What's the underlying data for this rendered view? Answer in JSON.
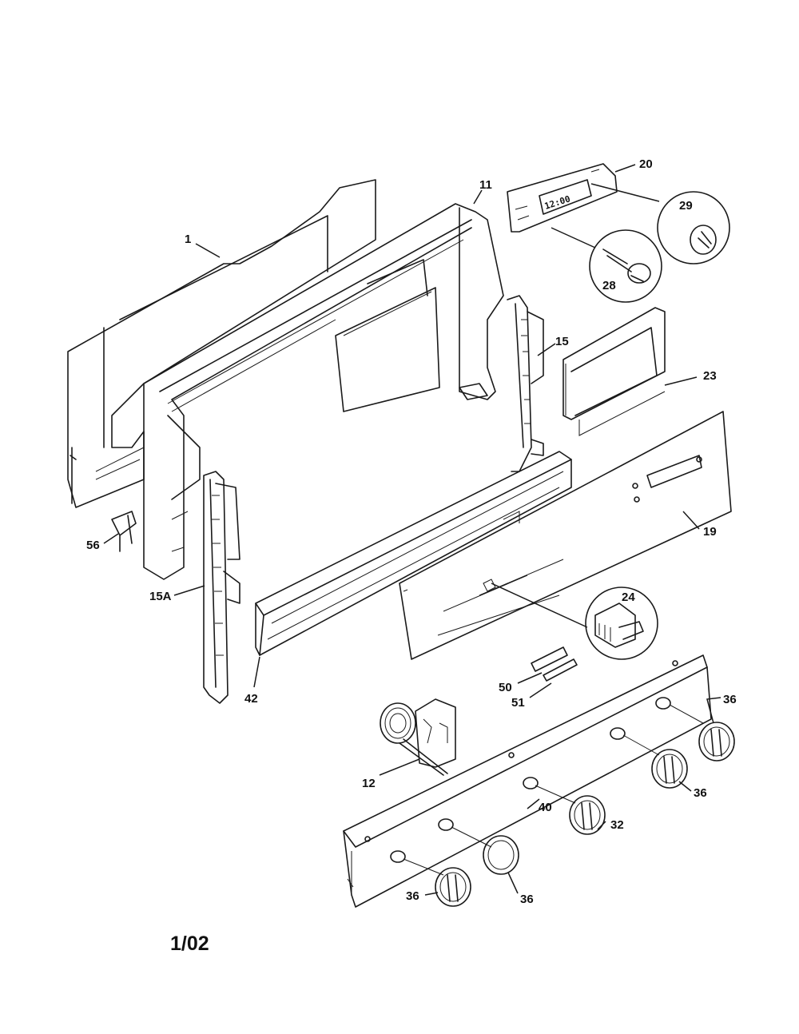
{
  "callouts": {
    "c1": "1",
    "c11": "11",
    "c20": "20",
    "c29": "29",
    "c28": "28",
    "c15": "15",
    "c23": "23",
    "c19": "19",
    "c56": "56",
    "c15a": "15A",
    "c42": "42",
    "c24": "24",
    "c50": "50",
    "c51": "51",
    "c12": "12",
    "c40": "40",
    "c32": "32",
    "c36a": "36",
    "c36b": "36",
    "c36c": "36",
    "c36d": "36"
  },
  "clock_display": "12:00",
  "revision_date": "1/02"
}
